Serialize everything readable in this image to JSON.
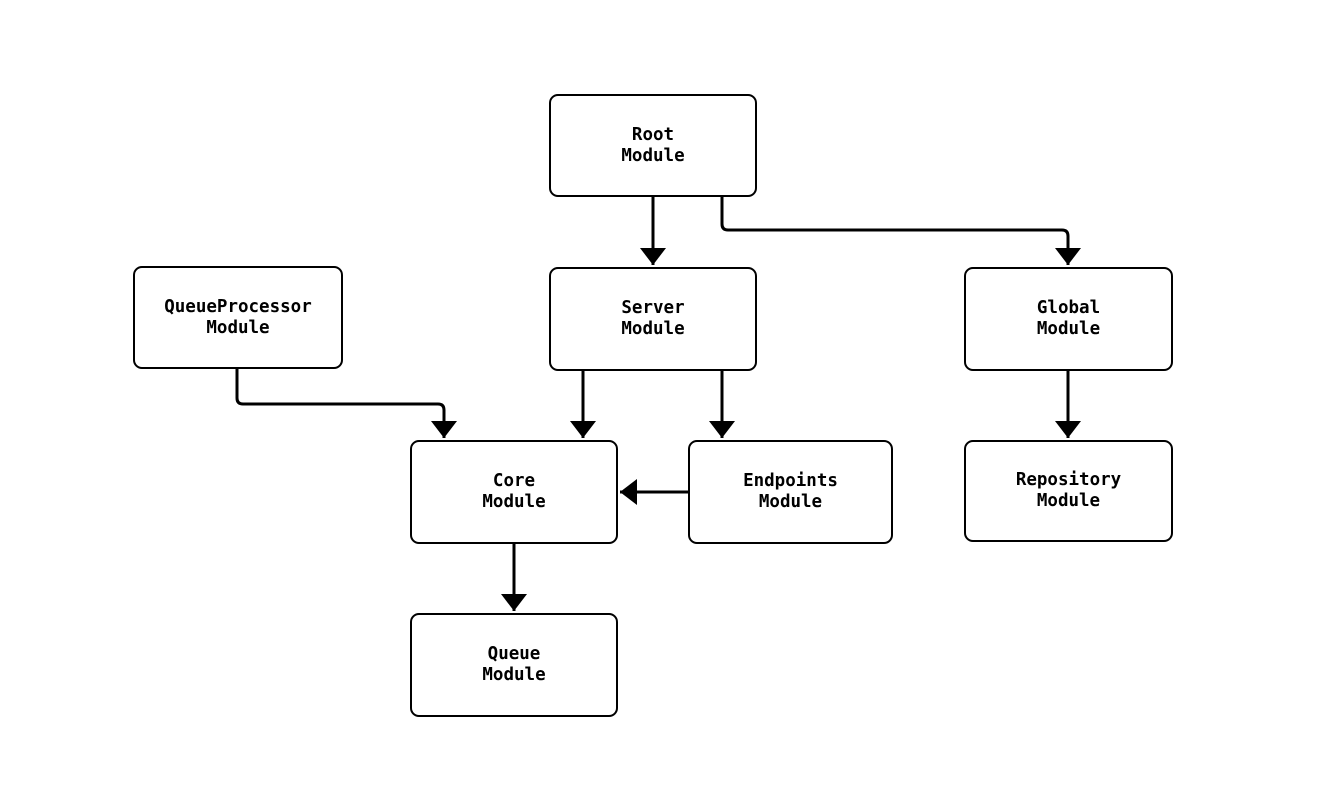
{
  "diagram": {
    "background_color": "#ffffff",
    "line_color": "#000000",
    "node_fill_color": "#ffffff",
    "text_color": "#000000",
    "nodes": [
      {
        "id": "root",
        "label": "Root\nModule"
      },
      {
        "id": "queueprocessor",
        "label": "QueueProcessor\nModule"
      },
      {
        "id": "server",
        "label": "Server\nModule"
      },
      {
        "id": "global",
        "label": "Global\nModule"
      },
      {
        "id": "core",
        "label": "Core\nModule"
      },
      {
        "id": "endpoints",
        "label": "Endpoints\nModule"
      },
      {
        "id": "repository",
        "label": "Repository\nModule"
      },
      {
        "id": "queue",
        "label": "Queue\nModule"
      }
    ],
    "edges": [
      {
        "from": "root",
        "to": "server"
      },
      {
        "from": "root",
        "to": "global"
      },
      {
        "from": "queueprocessor",
        "to": "core"
      },
      {
        "from": "server",
        "to": "core"
      },
      {
        "from": "server",
        "to": "endpoints"
      },
      {
        "from": "global",
        "to": "repository"
      },
      {
        "from": "endpoints",
        "to": "core"
      },
      {
        "from": "core",
        "to": "queue"
      }
    ]
  }
}
